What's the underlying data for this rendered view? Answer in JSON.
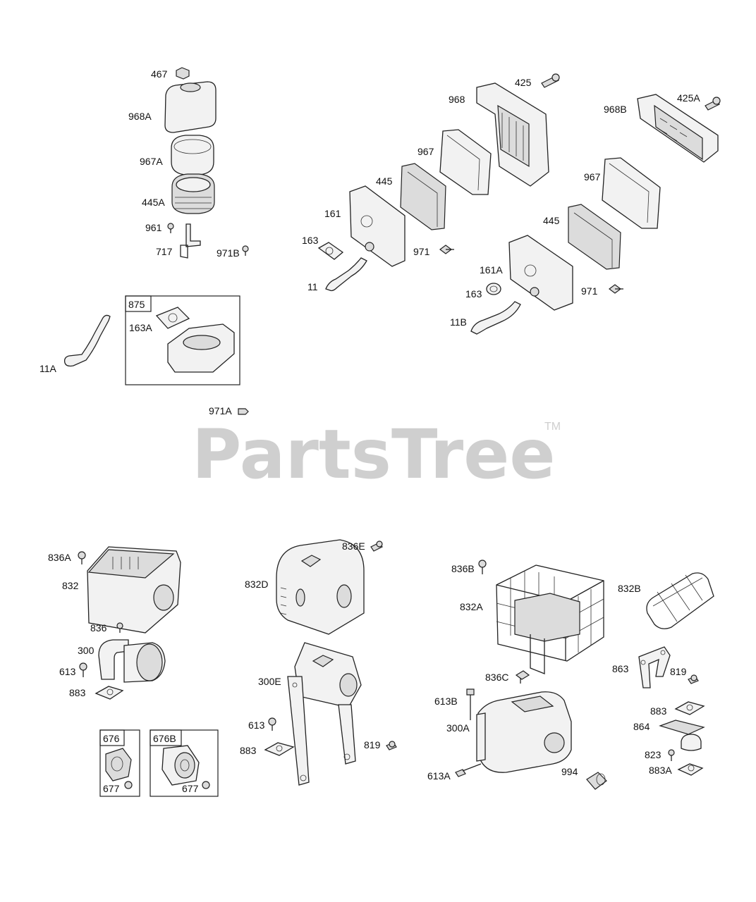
{
  "watermark": {
    "text": "PartsTree",
    "tm": "TM"
  },
  "labels": {
    "l467": "467",
    "l968A": "968A",
    "l967A": "967A",
    "l445A": "445A",
    "l961": "961",
    "l717": "717",
    "l971B": "971B",
    "l11A": "11A",
    "l163A": "163A",
    "l971A": "971A",
    "l968": "968",
    "l425": "425",
    "l967a": "967",
    "l445a": "445",
    "l161": "161",
    "l163a": "163",
    "l971a": "971",
    "l11": "11",
    "l968B": "968B",
    "l425A": "425A",
    "l967b": "967",
    "l445b": "445",
    "l161A": "161A",
    "l163b": "163",
    "l971b": "971",
    "l11B": "11B",
    "l836A": "836A",
    "l832": "832",
    "l836": "836",
    "l300": "300",
    "l613a": "613",
    "l883a": "883",
    "l677a": "677",
    "l677b": "677",
    "l836E": "836E",
    "l832D": "832D",
    "l300E": "300E",
    "l613b": "613",
    "l883b": "883",
    "l819a": "819",
    "l836B": "836B",
    "l832A": "832A",
    "l832B": "832B",
    "l836C": "836C",
    "l863": "863",
    "l819b": "819",
    "l613B": "613B",
    "l300A": "300A",
    "l883c": "883",
    "l864": "864",
    "l823": "823",
    "l883A": "883A",
    "l613A": "613A",
    "l994": "994"
  },
  "boxes": {
    "b875": "875",
    "b676": "676",
    "b676B": "676B"
  }
}
